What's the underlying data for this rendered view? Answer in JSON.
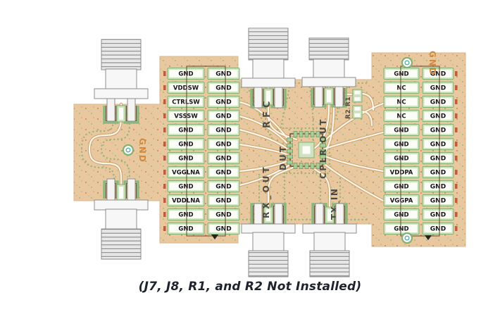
{
  "figure": {
    "caption": "(J7, J8, R1, and R2 Not Installed)"
  },
  "left_header": {
    "rows": [
      [
        "GND",
        "GND"
      ],
      [
        "VDDSW",
        "GND"
      ],
      [
        "CTRLSW",
        "GND"
      ],
      [
        "VSSSW",
        "GND"
      ],
      [
        "GND",
        "GND"
      ],
      [
        "GND",
        "GND"
      ],
      [
        "GND",
        "GND"
      ],
      [
        "VGGLNA",
        "GND"
      ],
      [
        "GND",
        "GND"
      ],
      [
        "VDDLNA",
        "GND"
      ],
      [
        "GND",
        "GND"
      ],
      [
        "GND",
        "GND"
      ]
    ]
  },
  "right_header": {
    "rows": [
      [
        "GND",
        "GND"
      ],
      [
        "NC",
        "GND"
      ],
      [
        "NC",
        "GND"
      ],
      [
        "NC",
        "GND"
      ],
      [
        "GND",
        "GND"
      ],
      [
        "GND",
        "GND"
      ],
      [
        "GND",
        "GND"
      ],
      [
        "VDDPA",
        "GND"
      ],
      [
        "GND",
        "GND"
      ],
      [
        "VGGPA",
        "GND"
      ],
      [
        "GND",
        "GND"
      ],
      [
        "GND",
        "GND"
      ]
    ]
  },
  "silkscreen": {
    "rfc": "RFC",
    "cplr_out": "CPLR OUT",
    "rx_out": "RX_OUT",
    "tx_in": "TX_IN",
    "dut": "DUT",
    "r2_r1": "R2 R1",
    "gnd_wing": "GND",
    "gnd_top_right": "GND"
  },
  "colors": {
    "board": "#eac89f",
    "board_edge": "#d8b78c",
    "pad_green": "#cfe3c2",
    "pad_border": "#82b173",
    "pad_inner": "#fdfdf7",
    "trace_core": "#faf6ee",
    "trace_edge": "#cfa66f",
    "silk_dark": "#4c4a44",
    "silk_orange": "#d18a3f",
    "dot_green": "#9fbd80",
    "dot_brown": "#bb8f5c",
    "tick_red": "#c4593f",
    "outline_brown": "#6b5138",
    "connector_fill": "#f7f7f7",
    "connector_stroke": "#8e8e8e",
    "caption": "#1e222c"
  }
}
